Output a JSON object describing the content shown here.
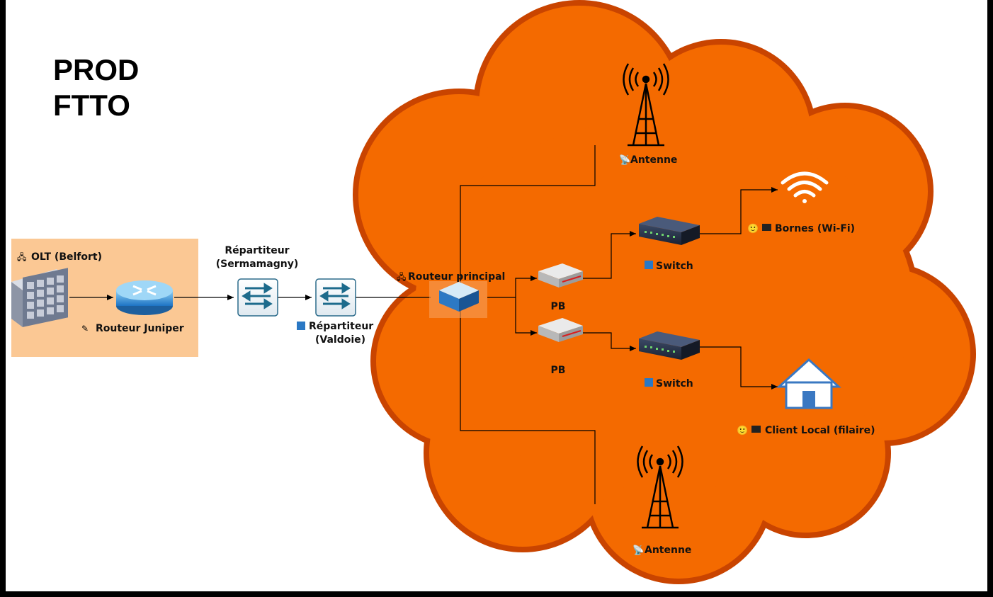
{
  "title": "PROD\nFTTO",
  "colors": {
    "cloud_fill": "#f46a00",
    "cloud_rim": "#c94400",
    "olt_group_bg": "#fbc894",
    "links": "#000000"
  },
  "nodes": {
    "olt": {
      "label": "OLT (Belfort)",
      "icon": "server-rack-icon"
    },
    "juniper": {
      "label": "Routeur Juniper",
      "icon": "router-icon"
    },
    "rep_serma": {
      "label_line1": "Répartiteur",
      "label_line2": "(Sermamagny)",
      "icon": "switch-arrows-icon"
    },
    "rep_valdoie": {
      "label_line1": "Répartiteur",
      "label_line2": "(Valdoie)",
      "icon": "switch-arrows-icon"
    },
    "main_router": {
      "label": "Routeur principal",
      "icon": "router-box-icon"
    },
    "pb1": {
      "label": "PB",
      "icon": "box-icon"
    },
    "pb2": {
      "label": "PB",
      "icon": "box-icon"
    },
    "switch1": {
      "label": "Switch",
      "icon": "network-switch-icon"
    },
    "switch2": {
      "label": "Switch",
      "icon": "network-switch-icon"
    },
    "antenna_top": {
      "label": "Antenne",
      "icon": "antenna-tower-icon"
    },
    "antenna_bottom": {
      "label": "Antenne",
      "icon": "antenna-tower-icon"
    },
    "wifi": {
      "label": "Bornes (Wi-Fi)",
      "icon": "wifi-icon"
    },
    "home": {
      "label": "Client Local (filaire)",
      "icon": "house-icon"
    }
  }
}
